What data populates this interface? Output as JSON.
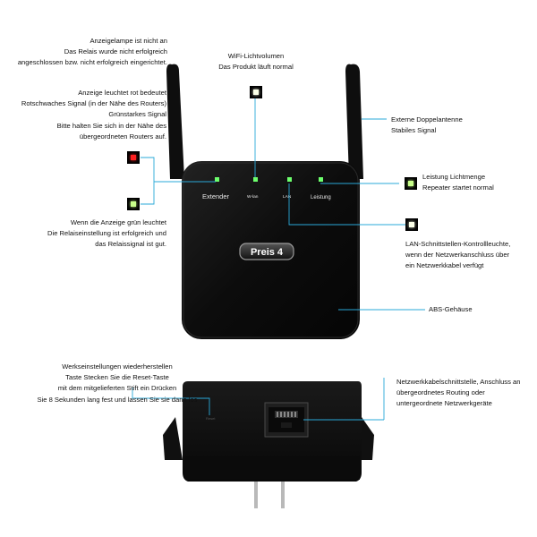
{
  "labels": {
    "top_left": [
      "Anzeigelampe ist nicht an",
      "Das Relais wurde nicht erfolgreich",
      "angeschlossen bzw. nicht erfolgreich eingerichtet."
    ],
    "mid_left": [
      "Anzeige leuchtet rot bedeutet",
      "Rotschwaches Signal (in der Nähe des Routers)",
      "Grünstarkes Signal",
      "Bitte halten Sie sich in der Nähe des",
      "übergeordneten Routers auf."
    ],
    "green_left": [
      "Wenn die Anzeige grün leuchtet",
      "Die Relaiseinstellung ist erfolgreich und",
      "das Relaissignal ist gut."
    ],
    "wifi": [
      "WiFi-Lichtvolumen",
      "Das Produkt läuft normal"
    ],
    "antenna": [
      "Externe Doppelantenne",
      "Stabiles Signal"
    ],
    "power": [
      "Leistung Lichtmenge",
      "Repeater startet normal"
    ],
    "lan": [
      "LAN-Schnittstellen-Kontrollleuchte,",
      "wenn der Netzwerkanschluss über",
      "ein Netzwerkkabel verfügt"
    ],
    "abs": [
      "ABS-Gehäuse"
    ],
    "reset": [
      "Werkseinstellungen wiederherstellen",
      "Taste Stecken Sie die Reset-Taste",
      "mit dem mitgelieferten Stift ein Drücken",
      "Sie 8 Sekunden lang fest und lassen Sie sie dann los"
    ],
    "port": [
      "Netzwerkkabelschnittstelle, Anschluss an",
      "übergeordnetes Routing oder",
      "untergeordnete Netzwerkgeräte"
    ]
  },
  "device": {
    "indicators": [
      "Extender",
      "W-lan",
      "LAN",
      "Leistung"
    ],
    "badge": "Preis 4"
  },
  "colors": {
    "callout_line": "#2aa8d8",
    "indicator_green": "#6dff6d",
    "marker_red": "#ff2020",
    "marker_green": "#c8ff8a",
    "marker_pale": "#fbffe8",
    "device_body": "#0d0d0d"
  }
}
